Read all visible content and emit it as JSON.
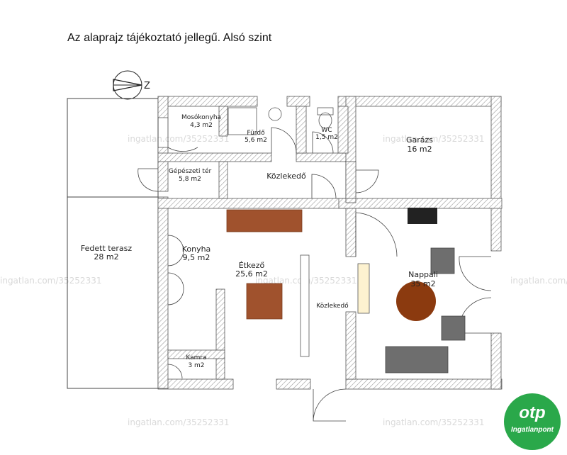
{
  "title": "Az alaprajz tájékoztató jellegű. Alsó szint",
  "compass_label": "Z",
  "rooms": [
    {
      "id": "moso",
      "name": "Mosókonyha",
      "area": "4,3 m2"
    },
    {
      "id": "furdo",
      "name": "Fürdő",
      "area": "5,6 m2"
    },
    {
      "id": "wc",
      "name": "WC",
      "area": "1,5 m2"
    },
    {
      "id": "garazs",
      "name": "Garázs",
      "area": "16 m2"
    },
    {
      "id": "gepeszeti",
      "name": "Gépészeti tér",
      "area": "5,8 m2"
    },
    {
      "id": "kozlekedo1",
      "name": "Közlekedő",
      "area": ""
    },
    {
      "id": "terasz",
      "name": "Fedett terasz",
      "area": "28 m2"
    },
    {
      "id": "konyha",
      "name": "Konyha",
      "area": "9,5 m2"
    },
    {
      "id": "etkezo",
      "name": "Étkező",
      "area": "25,6 m2"
    },
    {
      "id": "kozlekedo2",
      "name": "Közlekedő",
      "area": ""
    },
    {
      "id": "nappali",
      "name": "Nappali",
      "area": "35 m2"
    },
    {
      "id": "kamra",
      "name": "Kamra",
      "area": "3 m2"
    }
  ],
  "watermark": "ingatlan.com/35252331",
  "logo": {
    "brand": "otp",
    "sub": "Ingatlanpont"
  },
  "colors": {
    "furniture_brown": "#a0522d",
    "table_brown": "#8b3a0f",
    "sofa_gray": "#6e6e6e",
    "logo_green": "#2aa84a"
  }
}
